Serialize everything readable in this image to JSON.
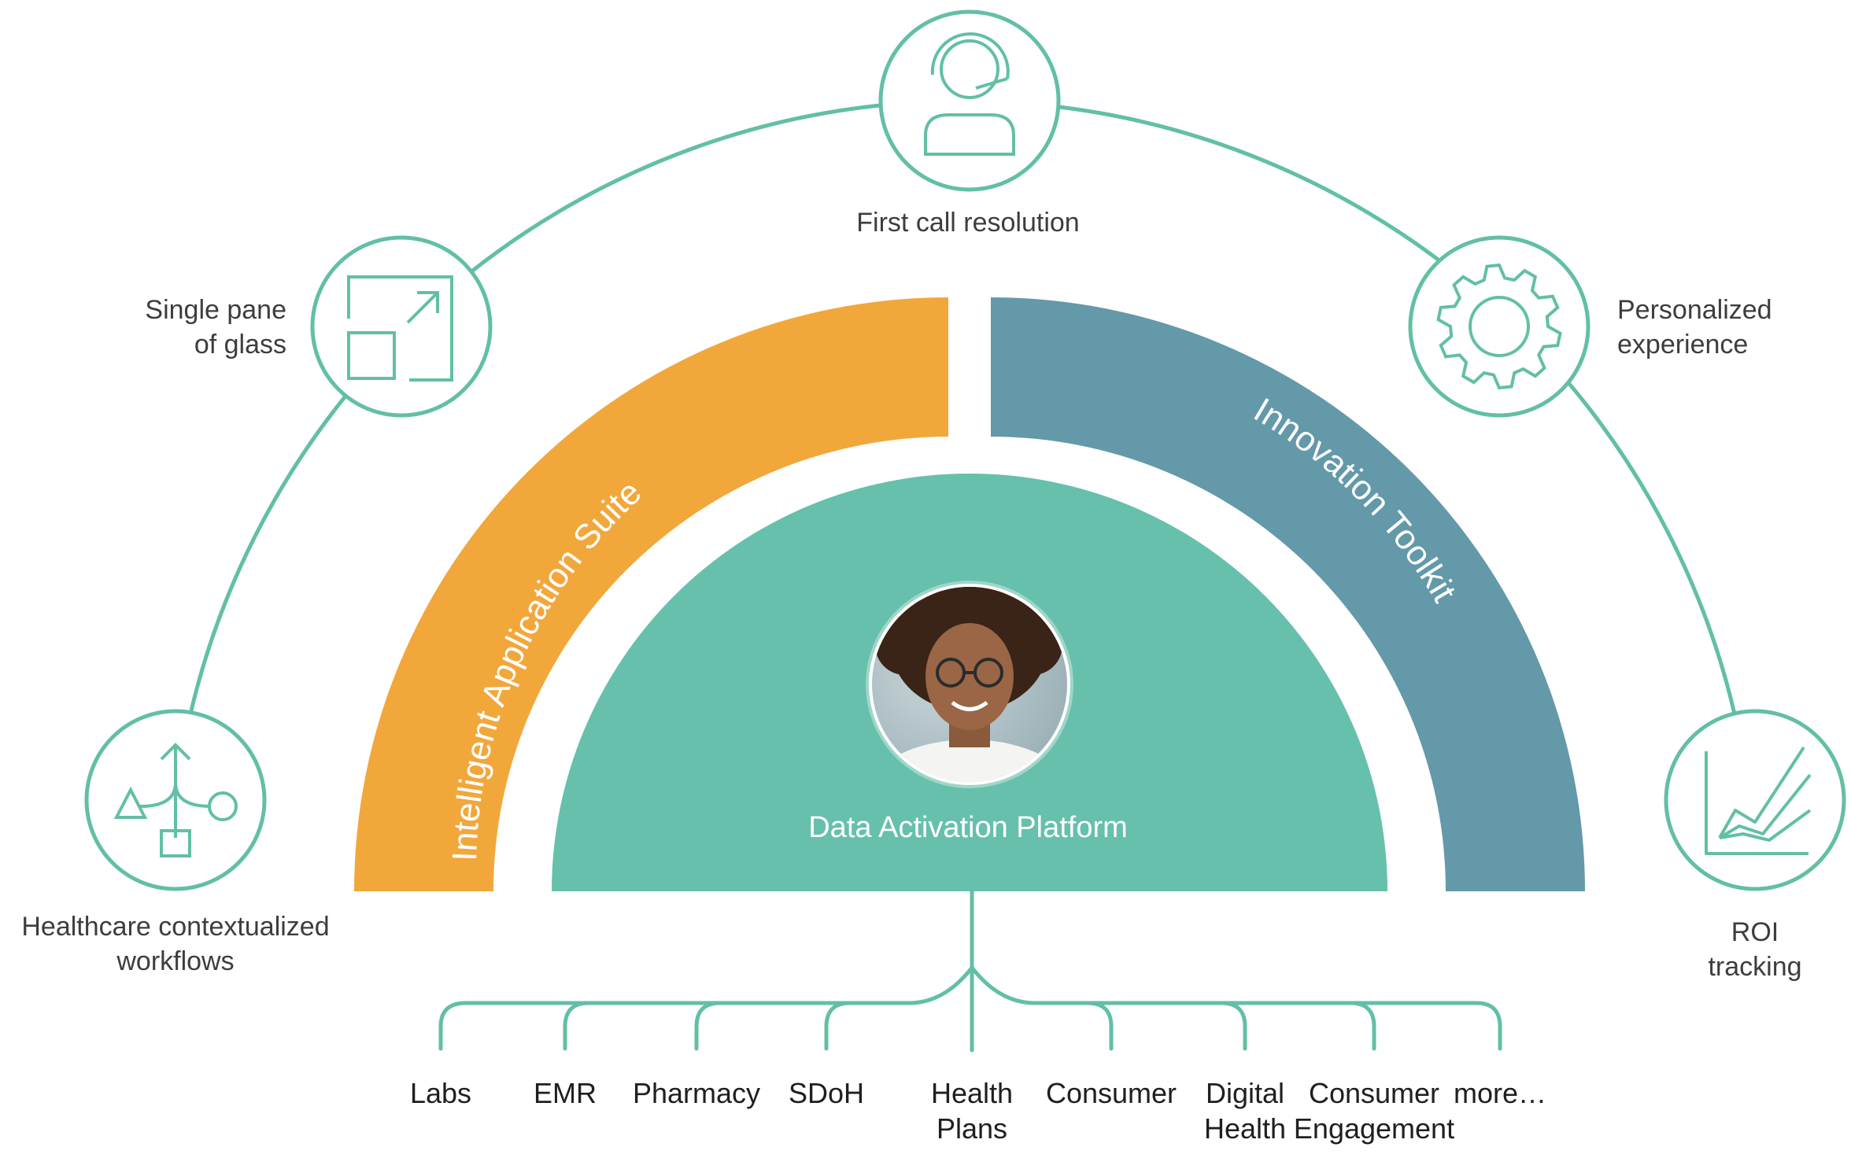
{
  "colors": {
    "ring": "#62bfa5",
    "suite": "#f2a73b",
    "toolkit": "#6399a8",
    "platform": "#66c0ac",
    "text": "#3d3d3d",
    "source_text": "#1f1f1f",
    "white": "#ffffff"
  },
  "benefits": {
    "workflows": {
      "icon": "workflow-icon",
      "line1": "Healthcare contextualized",
      "line2": "workflows"
    },
    "single_pane": {
      "icon": "expand-icon",
      "line1": "Single pane",
      "line2": "of glass"
    },
    "first_call": {
      "icon": "agent-headset-icon",
      "line1": "First call resolution"
    },
    "personalized": {
      "icon": "gear-icon",
      "line1": "Personalized",
      "line2": "experience"
    },
    "roi": {
      "icon": "line-chart-icon",
      "line1": "ROI",
      "line2": "tracking"
    }
  },
  "layers": {
    "suite": "Intelligent Application Suite",
    "toolkit": "Innovation Toolkit",
    "platform": "Data Activation Platform",
    "platform_image": "person-avatar"
  },
  "sources": [
    {
      "line1": "Labs",
      "line2": ""
    },
    {
      "line1": "EMR",
      "line2": ""
    },
    {
      "line1": "Pharmacy",
      "line2": ""
    },
    {
      "line1": "SDoH",
      "line2": ""
    },
    {
      "line1": "Health",
      "line2": "Plans"
    },
    {
      "line1": "Consumer",
      "line2": ""
    },
    {
      "line1": "Digital",
      "line2": "Health"
    },
    {
      "line1": "Consumer",
      "line2": "Engagement"
    },
    {
      "line1": "more…",
      "line2": ""
    }
  ]
}
